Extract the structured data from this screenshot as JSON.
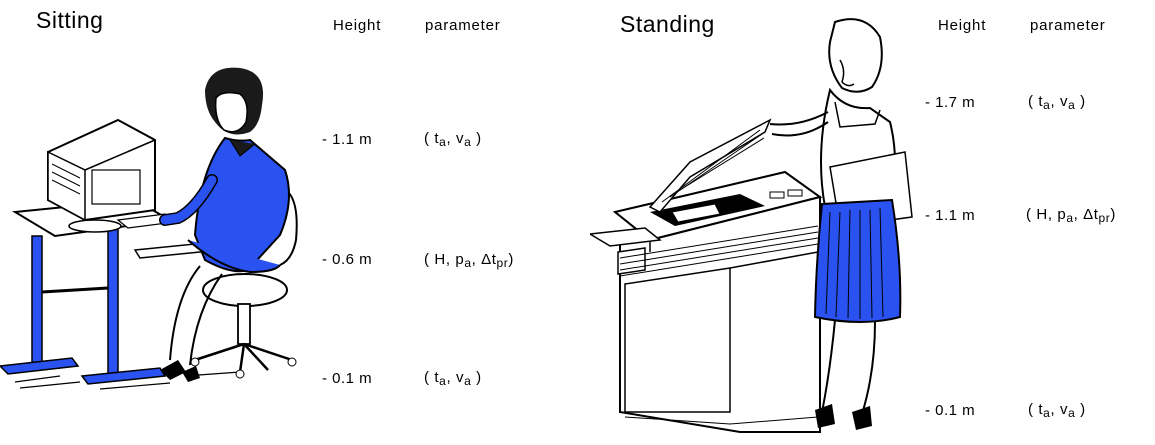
{
  "sitting": {
    "title": "Sitting",
    "height_header": "Height",
    "parameter_header": "parameter",
    "rows": [
      {
        "height": "- 1.1 m",
        "p_open": "( ",
        "t": "t",
        "t_sub": "a",
        "sep": ", ",
        "v": "v",
        "v_sub": "a",
        "p_close": " )"
      },
      {
        "height": "- 0.6 m",
        "p_open": "( ",
        "h": "H",
        "sep1": ", ",
        "p": "p",
        "p_sub": "a",
        "sep2": ", ",
        "dt": "Δt",
        "dt_sub": "pr",
        "p_close": ")"
      },
      {
        "height": "- 0.1 m",
        "p_open": "( ",
        "t": "t",
        "t_sub": "a",
        "sep": ", ",
        "v": "v",
        "v_sub": "a",
        "p_close": " )"
      }
    ]
  },
  "standing": {
    "title": "Standing",
    "height_header": "Height",
    "parameter_header": "parameter",
    "rows": [
      {
        "height": "- 1.7 m",
        "p_open": "( ",
        "t": "t",
        "t_sub": "a",
        "sep": ", ",
        "v": "v",
        "v_sub": "a",
        "p_close": " )"
      },
      {
        "height": "- 1.1 m",
        "p_open": "( ",
        "h": "H",
        "sep1": ", ",
        "p": "p",
        "p_sub": "a",
        "sep2": ", ",
        "dt": "Δt",
        "dt_sub": "pr",
        "p_close": ")"
      },
      {
        "height": "- 0.1 m",
        "p_open": "( ",
        "t": "t",
        "t_sub": "a",
        "sep": ", ",
        "v": "v",
        "v_sub": "a",
        "p_close": " )"
      }
    ]
  },
  "colors": {
    "accent_blue": "#2a52f0",
    "ink": "#000000",
    "hair": "#1a1a1a",
    "skin": "#ffffff"
  },
  "illustrations": [
    "woman-at-computer-illustration",
    "woman-at-photocopier-illustration"
  ]
}
